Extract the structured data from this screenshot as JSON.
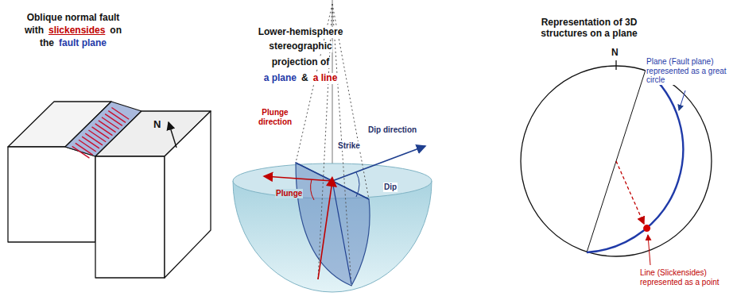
{
  "diagram": {
    "labels": [
      "Oblique normal fault",
      "with",
      "slickensides",
      "on",
      "the",
      "fault plane",
      "N",
      "Lower-hemisphere",
      "stereographic",
      "projection of",
      "a plane",
      "&",
      "a line",
      "Strike",
      "Dip direction",
      "Plunge direction",
      "Plunge",
      "Dip",
      "Representation of 3D structures on a plane",
      "N",
      "Plane (Fault plane) represented as a great circle",
      "Line (Slickensides) represented as a point"
    ]
  }
}
